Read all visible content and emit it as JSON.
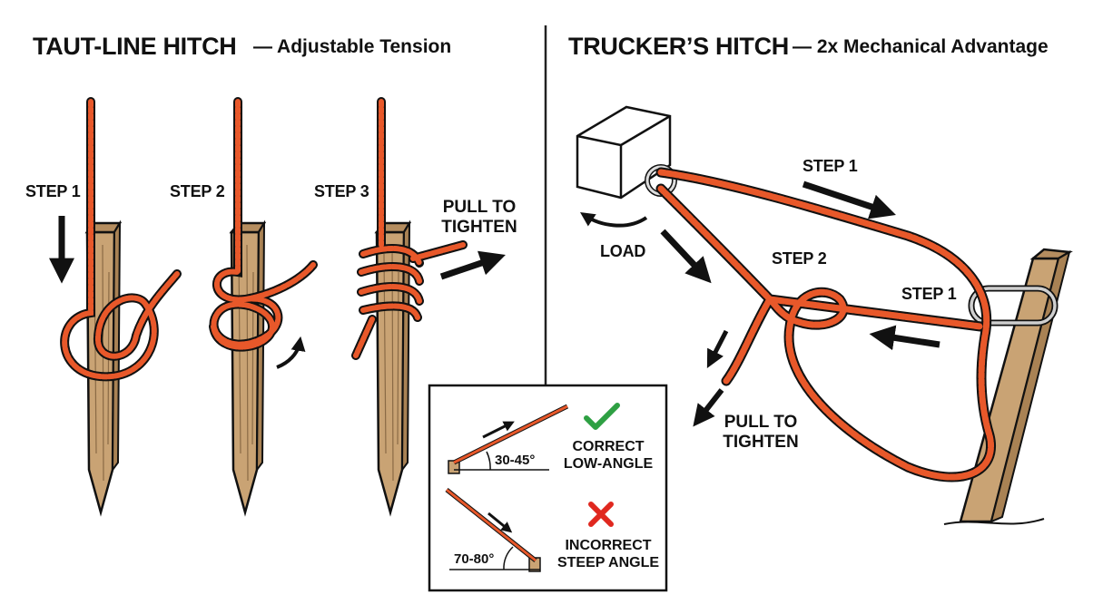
{
  "left_panel": {
    "title": "TAUT-LINE HITCH",
    "subtitle": "— Adjustable Tension",
    "steps": [
      "STEP 1",
      "STEP 2",
      "STEP 3"
    ],
    "pull_label_line1": "PULL TO",
    "pull_label_line2": "TIGHTEN"
  },
  "right_panel": {
    "title": "TRUCKER’S HITCH",
    "subtitle": "— 2x Mechanical Advantage",
    "step1_top": "STEP 1",
    "step2": "STEP 2",
    "step1_right": "STEP 1",
    "load_label": "LOAD",
    "pull_label_line1": "PULL TO",
    "pull_label_line2": "TIGHTEN"
  },
  "inset": {
    "correct_angle": "30-45°",
    "correct_line1": "CORRECT",
    "correct_line2": "LOW-ANGLE",
    "incorrect_angle": "70-80°",
    "incorrect_line1": "INCORRECT",
    "incorrect_line2": "STEEP ANGLE",
    "correct_icon": "checkmark-icon",
    "incorrect_icon": "cross-icon"
  },
  "colors": {
    "rope": "#e8582a",
    "rope_dark": "#a83212",
    "wood": "#c9a374",
    "wood_dark": "#8a6a45",
    "ink": "#111111",
    "check": "#2ea043",
    "cross": "#e0281f"
  }
}
